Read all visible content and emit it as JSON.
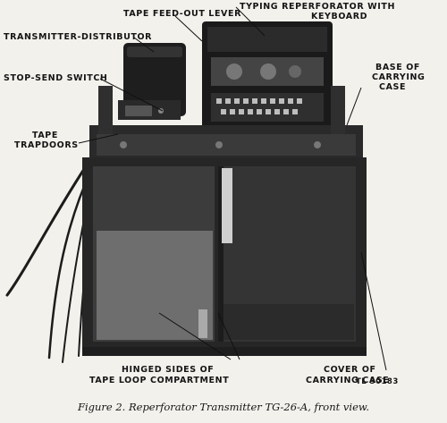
{
  "figure": {
    "caption": "Figure 2. Reperforator Transmitter TG-26-A, front view.",
    "reference": "TL 50183"
  },
  "callouts": {
    "tape_feed_out_lever": "TAPE FEED-OUT LEVER",
    "typing_reperforator_line1": "TYPING REPERFORATOR WITH",
    "typing_reperforator_line2": "KEYBOARD",
    "transmitter_distributor": "TRANSMITTER-DISTRIBUTOR",
    "stop_send_switch": "STOP-SEND SWITCH",
    "base_of_carrying_case_line1": "BASE OF",
    "base_of_carrying_case_line2": "CARRYING",
    "base_of_carrying_case_line3": "CASE",
    "tape_trapdoors_line1": "TAPE",
    "tape_trapdoors_line2": "TRAPDOORS",
    "hinged_sides_line1": "HINGED   SIDES OF",
    "hinged_sides_line2": "TAPE LOOP COMPARTMENT",
    "cover_line1": "COVER   OF",
    "cover_line2": "CARRYING   CASE"
  }
}
